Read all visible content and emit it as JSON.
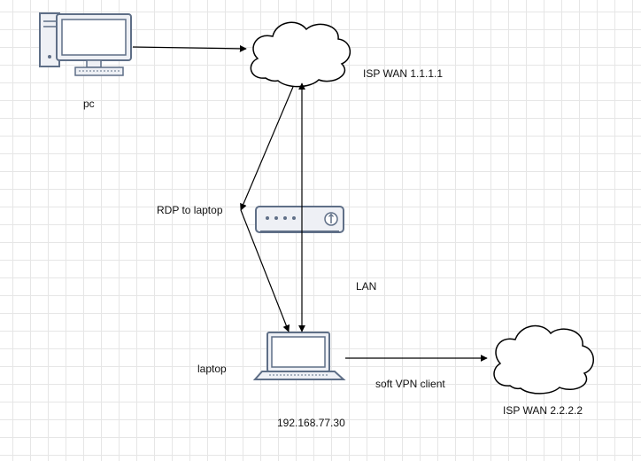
{
  "labels": {
    "pc": "pc",
    "isp_wan_top": "ISP WAN 1.1.1.1",
    "rdp": "RDP to laptop",
    "lan": "LAN",
    "laptop": "laptop",
    "laptop_ip": "192.168.77.30",
    "vpn": "soft VPN client",
    "isp_wan_bottom": "ISP WAN 2.2.2.2"
  },
  "icons": {
    "pc": "desktop-computer-icon",
    "cloud_top": "cloud-icon",
    "router": "router-icon",
    "laptop": "laptop-icon",
    "cloud_bottom": "cloud-icon"
  },
  "colors": {
    "stroke": "#5f6f87",
    "fill": "#eef0f5",
    "screen": "#ffffff",
    "line": "#000000"
  }
}
